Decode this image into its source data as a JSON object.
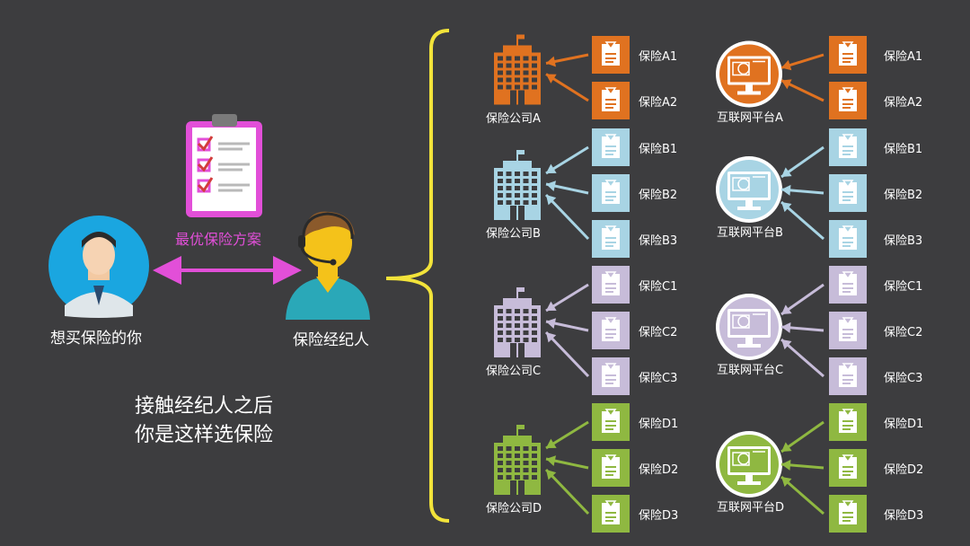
{
  "customer": {
    "label": "想买保险的你"
  },
  "broker": {
    "label": "保险经纪人"
  },
  "plan": {
    "label": "最优保险方案"
  },
  "caption": {
    "line1": "接触经纪人之后",
    "line2": "你是这样选保险"
  },
  "groups": [
    {
      "color": "#e07220",
      "company": "保险公司A",
      "platform": "互联网平台A",
      "left_items": [
        "保险A1",
        "保险A2"
      ],
      "right_items": [
        "保险A1",
        "保险A2"
      ]
    },
    {
      "color": "#a8d4e4",
      "company": "保险公司B",
      "platform": "互联网平台B",
      "left_items": [
        "保险B1",
        "保险B2",
        "保险B3"
      ],
      "right_items": [
        "保险B1",
        "保险B2",
        "保险B3"
      ]
    },
    {
      "color": "#c7bcd9",
      "company": "保险公司C",
      "platform": "互联网平台C",
      "left_items": [
        "保险C1",
        "保险C2",
        "保险C3"
      ],
      "right_items": [
        "保险C1",
        "保险C2",
        "保险C3"
      ]
    },
    {
      "color": "#8fb841",
      "company": "保险公司D",
      "platform": "互联网平台D",
      "left_items": [
        "保险D1",
        "保险D2",
        "保险D3"
      ],
      "right_items": [
        "保险D1",
        "保险D2",
        "保险D3"
      ]
    }
  ],
  "colors": {
    "brace": "#f2e33a",
    "arrow": "#e24fd8",
    "avatar_bg": "#1aa6e0",
    "broker_body": "#2aa8b8"
  },
  "icons": [
    "person-avatar-icon",
    "broker-headset-icon",
    "checklist-clipboard-icon",
    "building-icon",
    "monitor-icon",
    "document-card-icon"
  ]
}
